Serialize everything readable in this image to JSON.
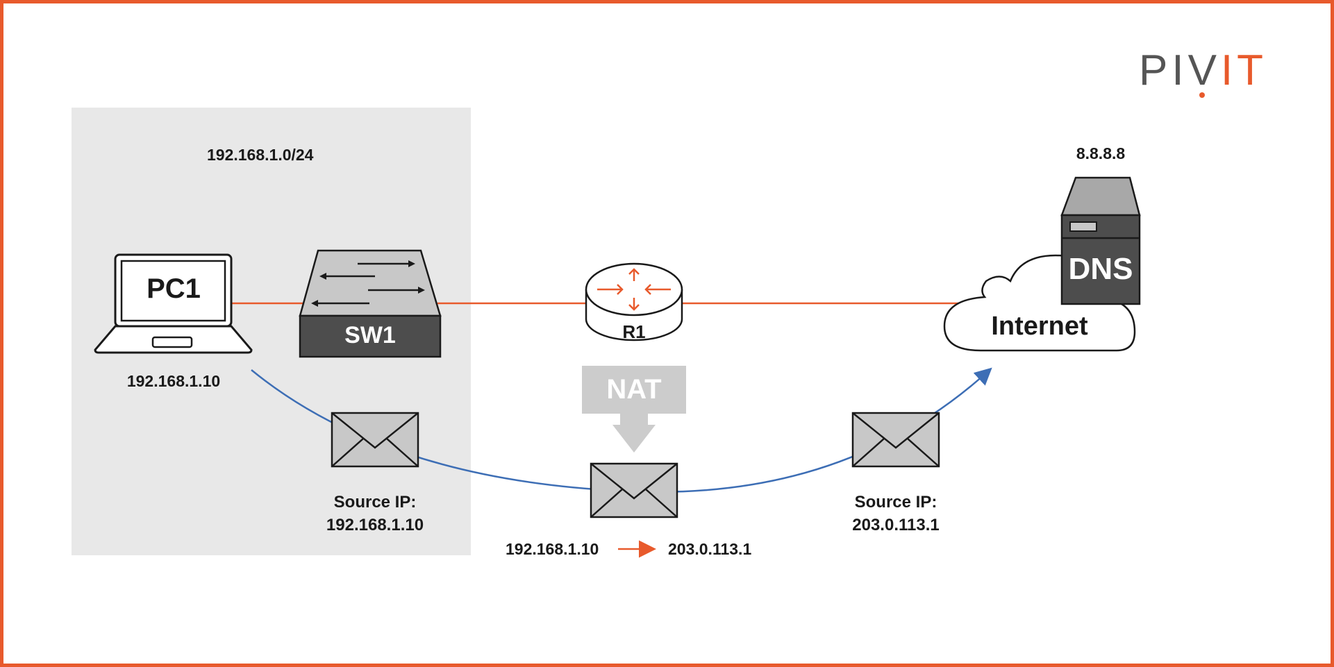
{
  "brand": {
    "logo_prefix": "PIV",
    "logo_accent": "IT"
  },
  "colors": {
    "accent": "#e85a2c",
    "flow": "#3d6eb5",
    "lan_zone": "#e8e8e8",
    "device_dark": "#4d4d4d",
    "device_light": "#c8c8c8"
  },
  "lan": {
    "subnet": "192.168.1.0/24"
  },
  "pc": {
    "name": "PC1",
    "ip": "192.168.1.10"
  },
  "switch": {
    "name": "SW1"
  },
  "router": {
    "name": "R1"
  },
  "nat": {
    "label": "NAT",
    "translation_from": "192.168.1.10",
    "translation_to": "203.0.113.1"
  },
  "internet": {
    "label": "Internet"
  },
  "dns_server": {
    "name": "DNS",
    "ip": "8.8.8.8"
  },
  "packets": [
    {
      "source_label": "Source IP:",
      "source_ip": "192.168.1.10"
    },
    {
      "source_label": "Source IP:",
      "source_ip": "203.0.113.1"
    }
  ]
}
